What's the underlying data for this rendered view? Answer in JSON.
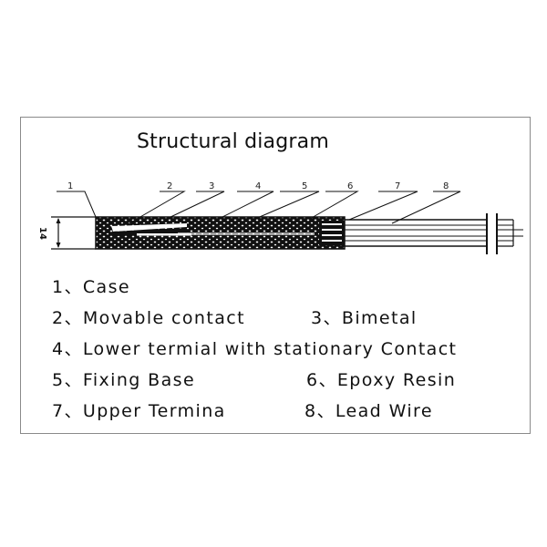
{
  "title": "Structural diagram",
  "dimension_label": "14",
  "callouts": [
    "1",
    "2",
    "3",
    "4",
    "5",
    "6",
    "7",
    "8"
  ],
  "legend": [
    {
      "number": "1",
      "text": "1、Case"
    },
    {
      "number": "2",
      "text": "2、Movable contact"
    },
    {
      "number": "3",
      "text": "3、Bimetal"
    },
    {
      "number": "4",
      "text": "4、Lower termial with stationary Contact"
    },
    {
      "number": "5",
      "text": "5、Fixing Base"
    },
    {
      "number": "6",
      "text": "6、Epoxy Resin"
    },
    {
      "number": "7",
      "text": "7、Upper Termina"
    },
    {
      "number": "8",
      "text": "8、Lead Wire"
    }
  ],
  "colors": {
    "line": "#111111",
    "frame": "#8a8a8a",
    "background": "#ffffff"
  }
}
